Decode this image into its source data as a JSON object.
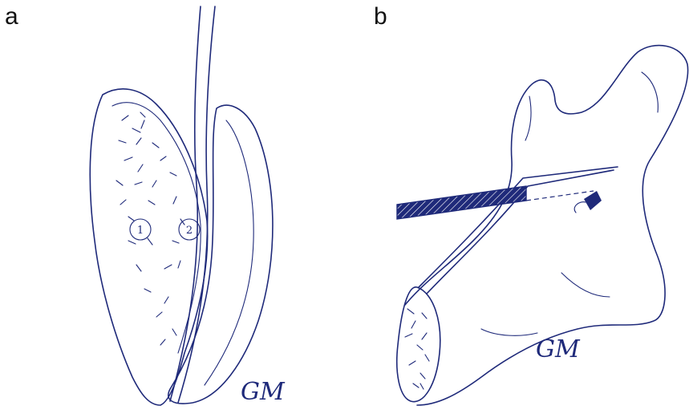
{
  "panels": {
    "a": {
      "label": "a",
      "markers": [
        "1",
        "2"
      ],
      "signature": "GM"
    },
    "b": {
      "label": "b",
      "signature": "GM"
    }
  },
  "colors": {
    "ink": "#1f2a7a",
    "background": "#ffffff"
  }
}
